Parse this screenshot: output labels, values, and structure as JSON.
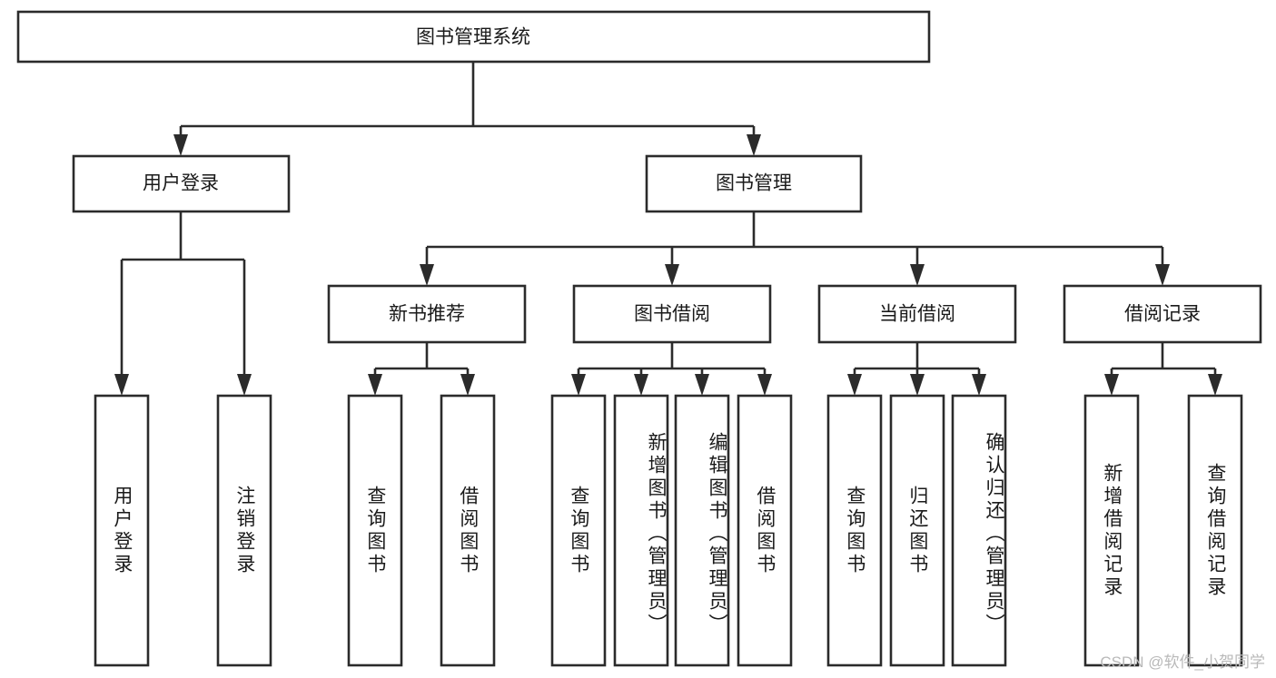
{
  "diagram": {
    "type": "tree-hierarchy",
    "title": "图书管理系统",
    "watermark": "CSDN @软件_小贺同学",
    "colors": {
      "stroke": "#2b2b2b",
      "fill": "#ffffff",
      "text": "#1a1a1a",
      "watermark": "#b9b9b9",
      "background": "#ffffff"
    },
    "nodes": {
      "root": {
        "label": "图书管理系统",
        "orientation": "horizontal"
      },
      "level2": [
        {
          "id": "user-login",
          "label": "用户登录",
          "orientation": "horizontal"
        },
        {
          "id": "book-management",
          "label": "图书管理",
          "orientation": "horizontal"
        }
      ],
      "level3": [
        {
          "id": "new-book-recommend",
          "label": "新书推荐",
          "orientation": "horizontal"
        },
        {
          "id": "book-borrow",
          "label": "图书借阅",
          "orientation": "horizontal"
        },
        {
          "id": "current-borrow",
          "label": "当前借阅",
          "orientation": "horizontal"
        },
        {
          "id": "borrow-record",
          "label": "借阅记录",
          "orientation": "horizontal"
        }
      ],
      "leaves": [
        {
          "id": "leaf-user-login",
          "label": "用户登录",
          "parent": "user-login",
          "orientation": "vertical"
        },
        {
          "id": "leaf-logout-login",
          "label": "注销登录",
          "parent": "user-login",
          "orientation": "vertical"
        },
        {
          "id": "leaf-query-book-1",
          "label": "查询图书",
          "parent": "new-book-recommend",
          "orientation": "vertical"
        },
        {
          "id": "leaf-borrow-book-1",
          "label": "借阅图书",
          "parent": "new-book-recommend",
          "orientation": "vertical"
        },
        {
          "id": "leaf-query-book-2",
          "label": "查询图书",
          "parent": "book-borrow",
          "orientation": "vertical"
        },
        {
          "id": "leaf-add-book",
          "label": "新增图书（管理员）",
          "parent": "book-borrow",
          "orientation": "vertical"
        },
        {
          "id": "leaf-edit-book",
          "label": "编辑图书（管理员）",
          "parent": "book-borrow",
          "orientation": "vertical"
        },
        {
          "id": "leaf-borrow-book-2",
          "label": "借阅图书",
          "parent": "book-borrow",
          "orientation": "vertical"
        },
        {
          "id": "leaf-query-book-3",
          "label": "查询图书",
          "parent": "current-borrow",
          "orientation": "vertical"
        },
        {
          "id": "leaf-return-book",
          "label": "归还图书",
          "parent": "current-borrow",
          "orientation": "vertical"
        },
        {
          "id": "leaf-confirm-return",
          "label": "确认归还（管理员）",
          "parent": "current-borrow",
          "orientation": "vertical"
        },
        {
          "id": "leaf-add-record",
          "label": "新增借阅记录",
          "parent": "borrow-record",
          "orientation": "vertical"
        },
        {
          "id": "leaf-query-record",
          "label": "查询借阅记录",
          "parent": "borrow-record",
          "orientation": "vertical"
        }
      ]
    }
  }
}
